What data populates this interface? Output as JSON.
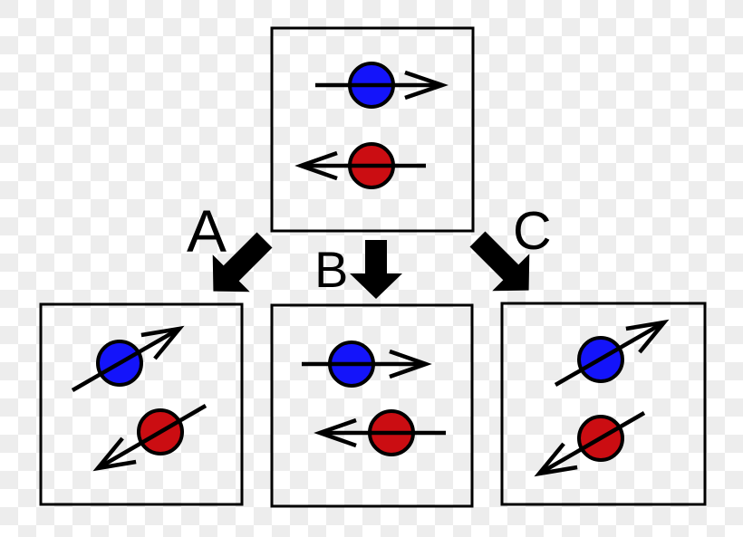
{
  "labels": {
    "branch_a": "A",
    "branch_b": "B",
    "branch_c": "C"
  },
  "colors": {
    "blue_particle": "#1414fa",
    "red_particle": "#cb0d12",
    "outline": "#000000",
    "checker_light": "#ffffff",
    "checker_dark": "#ededed"
  },
  "boxes": {
    "source": {
      "particles": [
        {
          "color": "blue",
          "arrow": "arrow-right-icon"
        },
        {
          "color": "red",
          "arrow": "arrow-left-icon"
        }
      ]
    },
    "outcome_a": {
      "particles": [
        {
          "color": "blue",
          "arrow": "arrow-up-right-icon"
        },
        {
          "color": "red",
          "arrow": "arrow-down-left-icon"
        }
      ]
    },
    "outcome_b": {
      "particles": [
        {
          "color": "blue",
          "arrow": "arrow-right-icon"
        },
        {
          "color": "red",
          "arrow": "arrow-left-icon"
        }
      ]
    },
    "outcome_c": {
      "particles": [
        {
          "color": "blue",
          "arrow": "arrow-up-right-icon"
        },
        {
          "color": "red",
          "arrow": "arrow-down-left-icon"
        }
      ]
    }
  },
  "transition_arrows": {
    "a": "thick-arrow-down-left-icon",
    "b": "thick-arrow-down-icon",
    "c": "thick-arrow-down-right-icon"
  }
}
